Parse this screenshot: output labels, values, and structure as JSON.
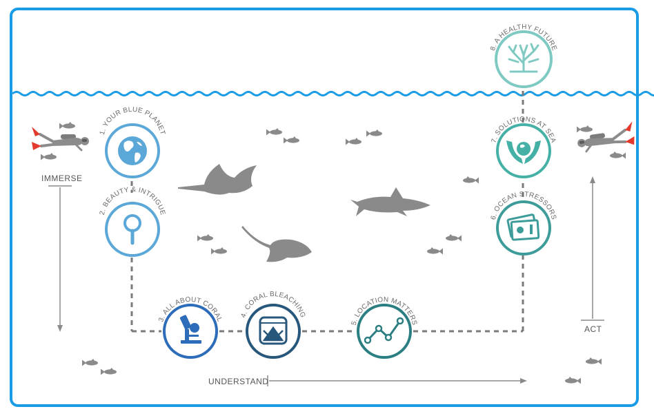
{
  "stages": [
    {
      "id": "your-blue-planet",
      "label": "1. YOUR BLUE PLANET",
      "icon": "globe-icon",
      "color": "#5aa7d8"
    },
    {
      "id": "beauty-intrigue",
      "label": "2. BEAUTY & INTRIGUE",
      "icon": "magnifier-icon",
      "color": "#5aa7d8"
    },
    {
      "id": "all-about-coral",
      "label": "3. ALL ABOUT CORAL",
      "icon": "microscope-icon",
      "color": "#2c6cb8"
    },
    {
      "id": "coral-bleaching",
      "label": "4. CORAL BLEACHING",
      "icon": "coral-jar-icon",
      "color": "#27577a"
    },
    {
      "id": "location-matters",
      "label": "5. LOCATION MATTERS",
      "icon": "line-graph-icon",
      "color": "#2b7f82"
    },
    {
      "id": "ocean-stressors",
      "label": "6. OCEAN STRESSORS",
      "icon": "map-cards-icon",
      "color": "#3d9c9a"
    },
    {
      "id": "solutions-at-sea",
      "label": "7. SOLUTIONS AT SEA",
      "icon": "hands-globe-icon",
      "color": "#45b0a6"
    },
    {
      "id": "a-healthy-future",
      "label": "8. A HEALTHY FUTURE",
      "icon": "coral-icon",
      "color": "#7fc9c3"
    }
  ],
  "phases": {
    "immerse": "IMMERSE",
    "understand": "UNDERSTAND",
    "act": "ACT"
  },
  "colors": {
    "frame": "#1a9be6",
    "water": "#1a9be6",
    "path": "#7a7a7a",
    "fish": "#8a8a8a",
    "fins": "#e23b2e"
  }
}
